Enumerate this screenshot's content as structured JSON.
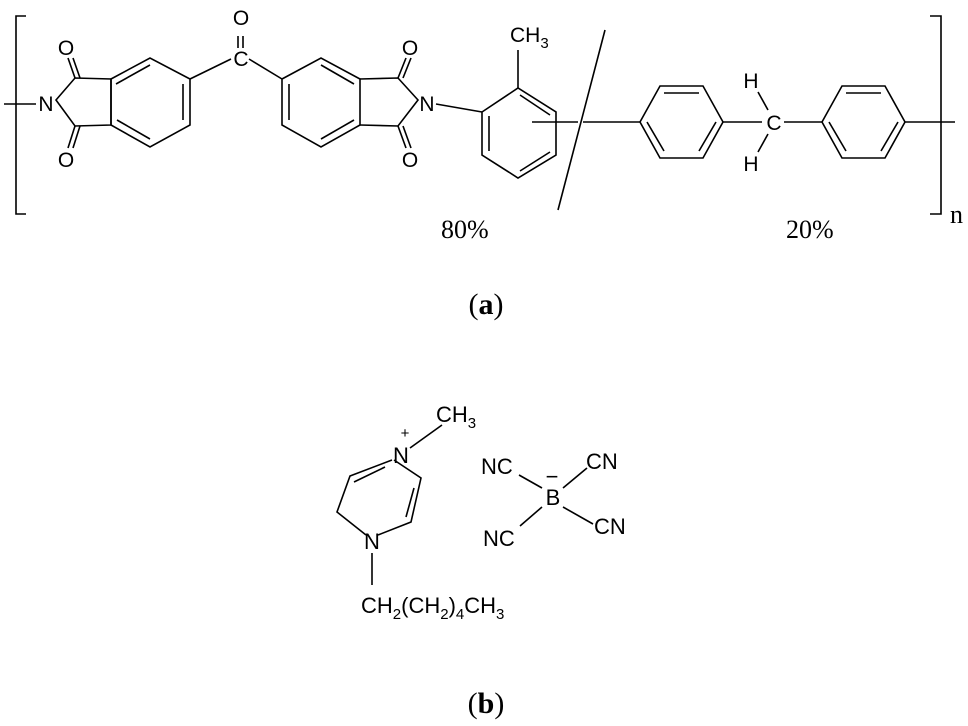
{
  "panel_a": {
    "caption_open": "(",
    "caption_letter": "a",
    "caption_close": ")",
    "atoms": {
      "o": "O",
      "n": "N",
      "c": "C",
      "h": "H",
      "ch3": "CH",
      "ch3_sub": "3"
    },
    "fraction_imide": "80%",
    "fraction_mda": "20%",
    "repeat_subscript": "n"
  },
  "panel_b": {
    "caption_open": "(",
    "caption_letter": "b",
    "caption_close": ")",
    "cation": {
      "n_plus": "N",
      "plus": "+",
      "n": "N",
      "methyl": "CH",
      "methyl_sub": "3",
      "chain_a": "CH",
      "chain_b": "2",
      "chain_c": "(CH",
      "chain_d": "2",
      "chain_e": ")",
      "chain_f": "4",
      "chain_g": "CH",
      "chain_h": "3"
    },
    "anion": {
      "boron": "B",
      "minus": "−",
      "cn": "CN",
      "nc": "NC"
    }
  },
  "colors": {
    "ink": "#000000",
    "background": "#ffffff"
  }
}
